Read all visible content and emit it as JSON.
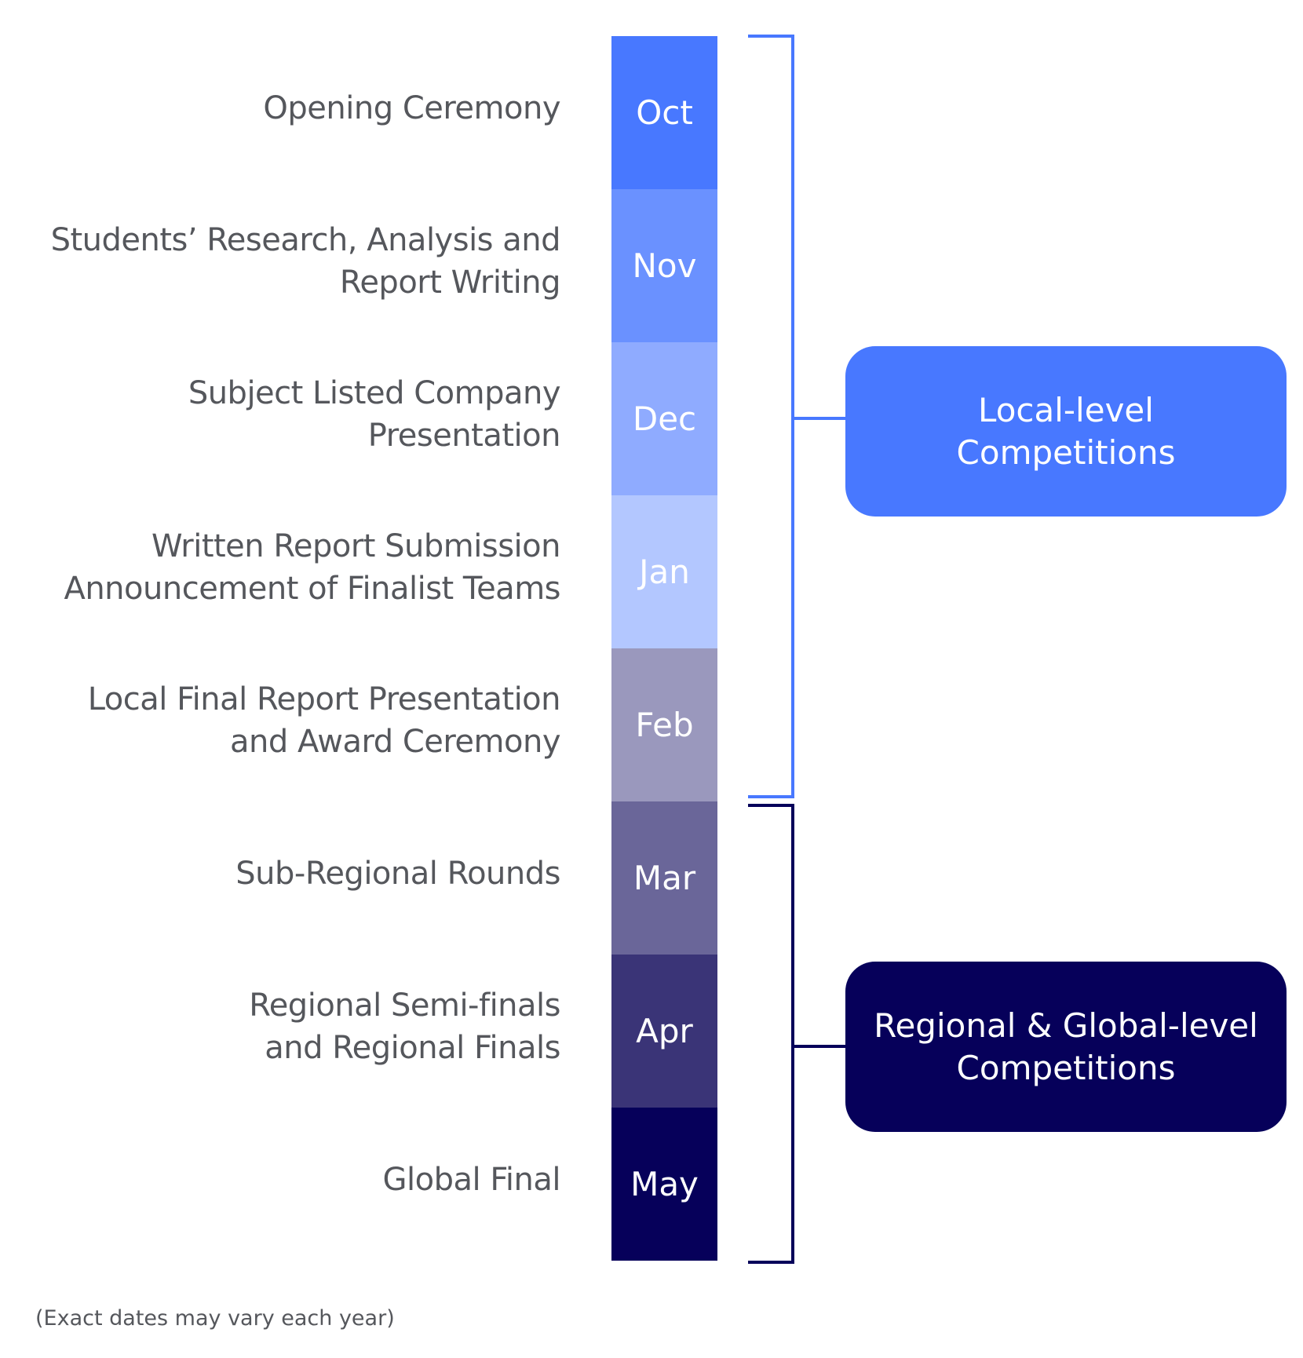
{
  "timeline": {
    "stages": [
      {
        "month": "Oct",
        "label_lines": [
          "Opening Ceremony"
        ],
        "color": "#4878ff",
        "group": "local"
      },
      {
        "month": "Nov",
        "label_lines": [
          "Students’ Research, Analysis and",
          "Report Writing"
        ],
        "color": "#6a91ff",
        "group": "local"
      },
      {
        "month": "Dec",
        "label_lines": [
          "Subject Listed Company",
          "Presentation"
        ],
        "color": "#8fabff",
        "group": "local"
      },
      {
        "month": "Jan",
        "label_lines": [
          "Written Report Submission",
          "Announcement of Finalist Teams"
        ],
        "color": "#b3c7ff",
        "group": "local"
      },
      {
        "month": "Feb",
        "label_lines": [
          "Local Final Report Presentation",
          "and Award Ceremony"
        ],
        "color": "#9a98bd",
        "group": "local"
      },
      {
        "month": "Mar",
        "label_lines": [
          "Sub-Regional Rounds"
        ],
        "color": "#6a6699",
        "group": "regional"
      },
      {
        "month": "Apr",
        "label_lines": [
          "Regional Semi-finals",
          "and Regional Finals"
        ],
        "color": "#3a3477",
        "group": "regional"
      },
      {
        "month": "May",
        "label_lines": [
          "Global Final"
        ],
        "color": "#06005a",
        "group": "regional"
      }
    ]
  },
  "groups": {
    "local": {
      "title_lines": [
        "Local-level",
        "Competitions"
      ],
      "color": "#4878ff"
    },
    "regional": {
      "title_lines": [
        "Regional & Global-level",
        "Competitions"
      ],
      "color": "#06005a"
    }
  },
  "footnote": "(Exact dates may vary each year)"
}
